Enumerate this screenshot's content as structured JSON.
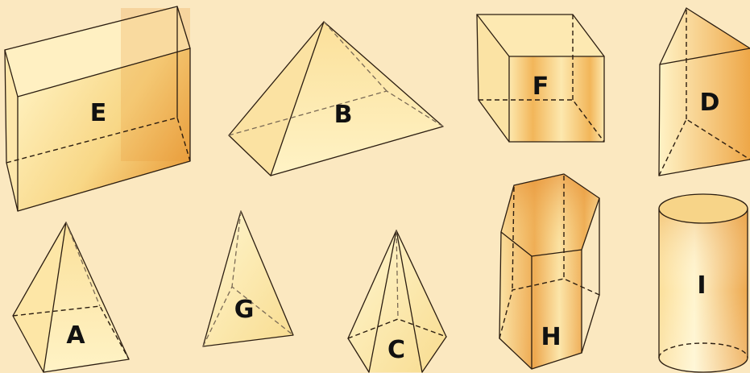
{
  "labels": {
    "E": "E",
    "B": "B",
    "F": "F",
    "D": "D",
    "A": "A",
    "G": "G",
    "C": "C",
    "H": "H",
    "I": "I"
  },
  "colors": {
    "background": "#fbe8c0",
    "fill_light": "#fff3c4",
    "fill_mid": "#f8d98a",
    "fill_dark": "#e79a34",
    "edge": "#2b1d10"
  }
}
